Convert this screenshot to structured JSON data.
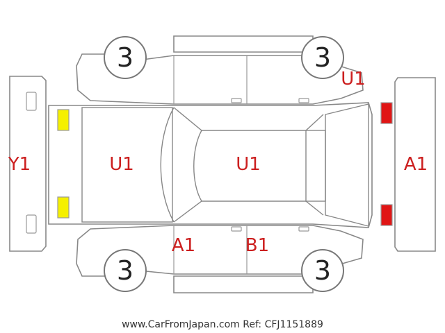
{
  "colors": {
    "outline": "#888888",
    "damage_code": "#cc1f1f",
    "front_lamp": "#f5f000",
    "rear_lamp": "#e01515"
  },
  "tires": {
    "front_left": "3",
    "rear_left": "3",
    "front_right": "3",
    "rear_right": "3"
  },
  "damage_codes": {
    "front_bumper": "Y1",
    "hood": "U1",
    "roof": "U1",
    "rear_upper_door": "U1",
    "rear_bumper": "A1",
    "front_right_fender": "A1",
    "right_front_door": "B1"
  },
  "footer": {
    "watermark": "www.CarFromJapan.com Ref: CFJ1151889"
  }
}
